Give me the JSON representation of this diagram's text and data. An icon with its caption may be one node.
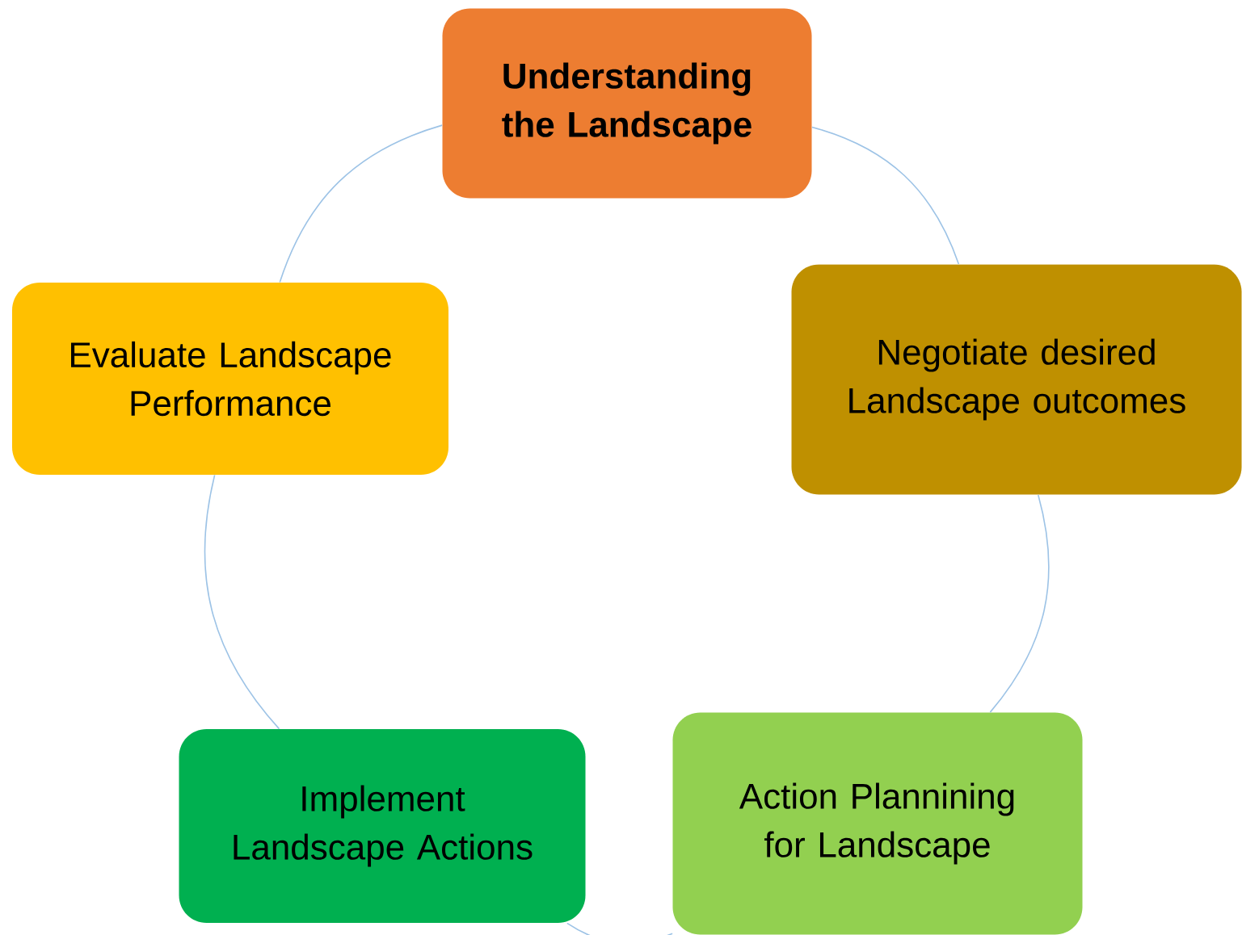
{
  "diagram": {
    "nodes": [
      {
        "text": [
          "Understanding the Landscape"
        ]
      },
      {
        "text": [
          "Evaluate Landscape Performance"
        ]
      },
      {
        "text": [
          "Negotiate desired Landscape outcomes"
        ]
      },
      {
        "text": [
          "Implement Landscape Actions"
        ]
      },
      {
        "text": [
          "Action Plannining for Landscape"
        ]
      }
    ],
    "edges": [
      {
        "from": 0,
        "to": 2,
        "arrow": "none"
      },
      {
        "from": 2,
        "to": 4,
        "arrow": "none"
      },
      {
        "from": 4,
        "to": 3,
        "arrow": "none"
      },
      {
        "from": 3,
        "to": 1,
        "arrow": "none"
      },
      {
        "from": 1,
        "to": 0,
        "arrow": "none"
      }
    ]
  }
}
